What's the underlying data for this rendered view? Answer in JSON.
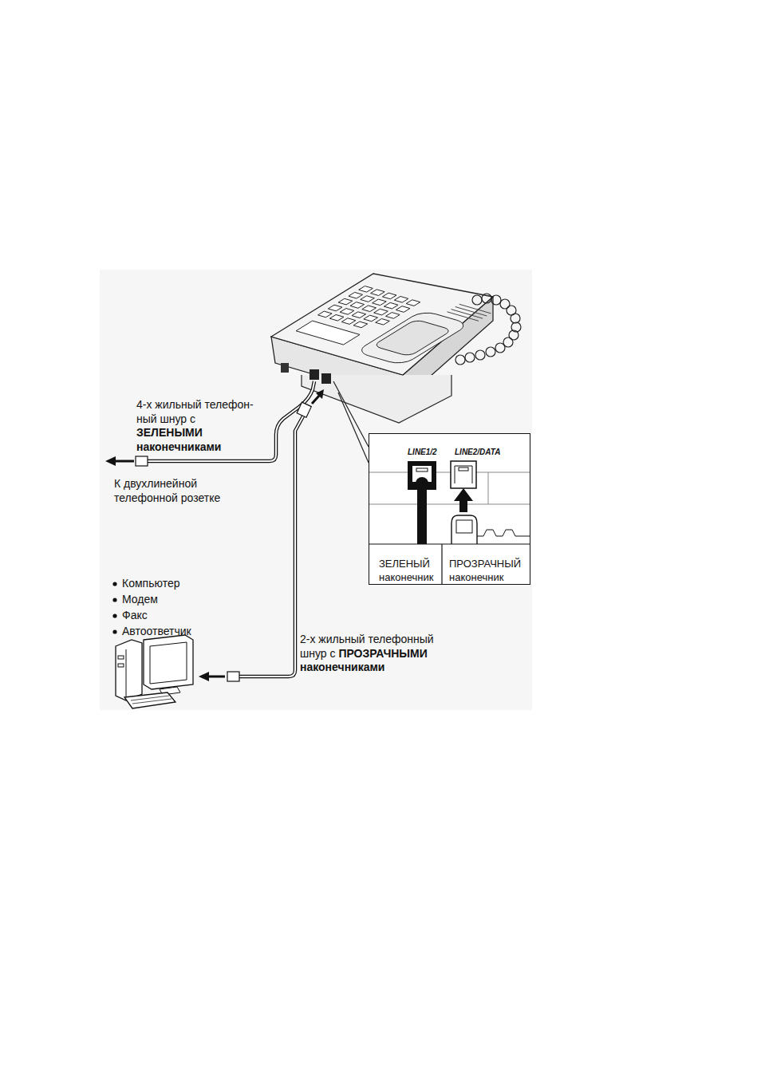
{
  "diagram": {
    "nodes": [
      {
        "text": [
          "LINE1/2",
          "LINE2/DATA",
          "ЗЕЛЕНЫЙ наконечник",
          "ПРОЗРАЧНЫЙ наконечник"
        ]
      }
    ],
    "labels": [
      "4-х жильный телефон- ный шнур с",
      "ЗЕЛЕНЫМИ наконечниками",
      "К двухлинейной телефонной розетке",
      "Компьютер",
      "Модем",
      "Факс",
      "Автоответчик",
      "2-х жильный телефонный шнур с",
      "ПРОЗРАЧНЫМИ наконечниками"
    ]
  }
}
